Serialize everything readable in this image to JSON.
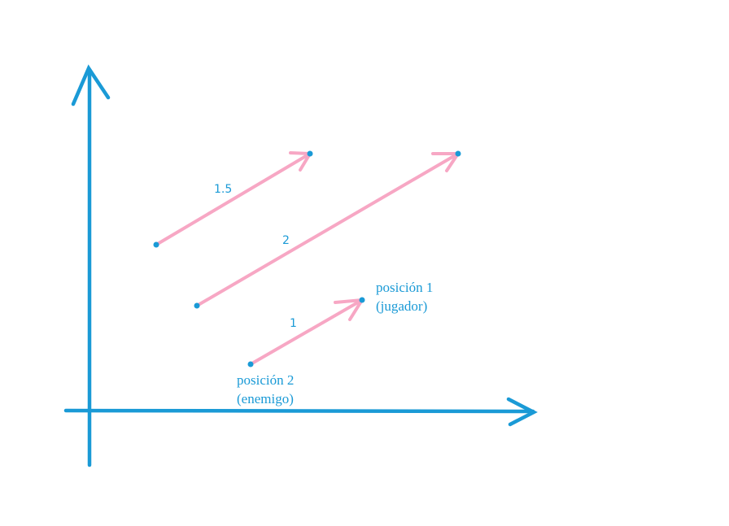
{
  "colors": {
    "axis": "#1a9ad6",
    "arrow": "#f7a7c4",
    "point": "#1a9ad6",
    "text": "#1a9ad6"
  },
  "vectors": [
    {
      "label": "1.5"
    },
    {
      "label": "2"
    },
    {
      "label": "1"
    }
  ],
  "labels": {
    "position_1": {
      "line1": "posición 1",
      "line2": "(jugador)"
    },
    "position_2": {
      "line1": "posición 2",
      "line2": "(enemigo)"
    }
  }
}
